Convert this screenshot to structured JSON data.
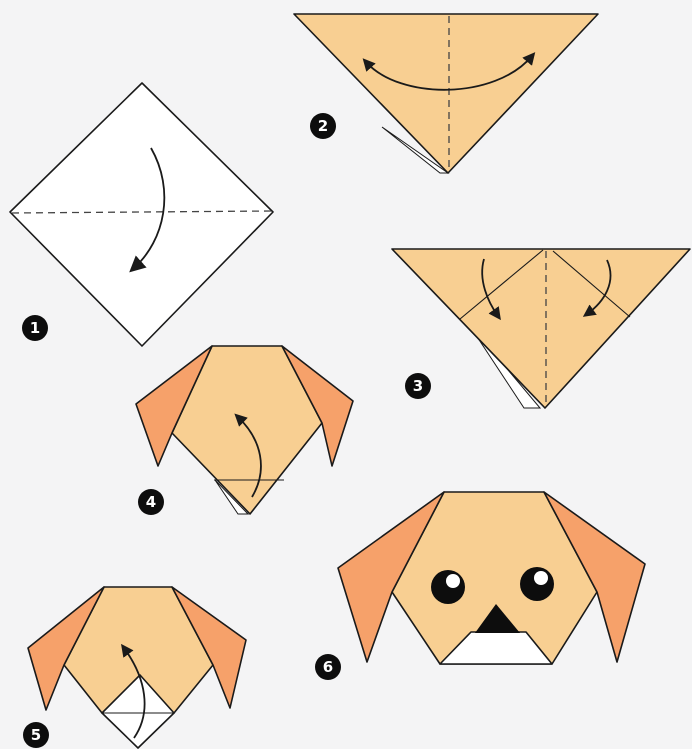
{
  "colors": {
    "background": "#f4f4f5",
    "paper_front": "#f8cf92",
    "paper_back": "#ffffff",
    "ear": "#f6a16a",
    "outline": "#1a1a1a",
    "badge": "#0d0d0d"
  },
  "steps": [
    {
      "number": "1",
      "action": "fold-down"
    },
    {
      "number": "2",
      "action": "crease-center"
    },
    {
      "number": "3",
      "action": "fold-ears-down"
    },
    {
      "number": "4",
      "action": "fold-tip-up"
    },
    {
      "number": "5",
      "action": "fold-tip-up"
    },
    {
      "number": "6",
      "action": "finished-dog-face"
    }
  ]
}
